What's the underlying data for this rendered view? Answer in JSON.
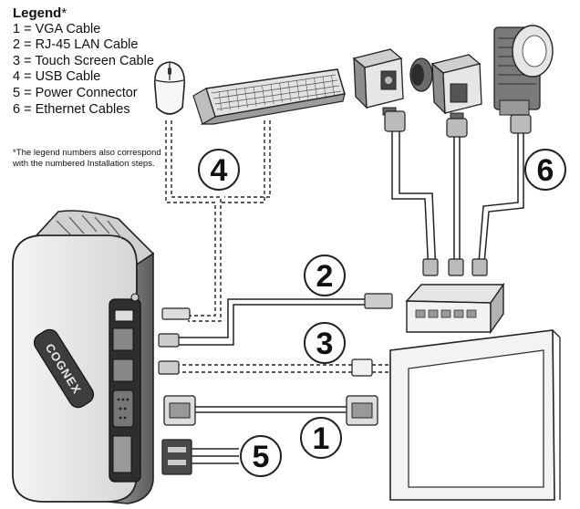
{
  "legend": {
    "title": "Legend",
    "title_mark": "*",
    "items": [
      "1 = VGA Cable",
      "2 = RJ-45 LAN Cable",
      "3 = Touch Screen Cable",
      "4 = USB Cable",
      "5 = Power Connector",
      "6 = Ethernet Cables"
    ],
    "footnote": "*The legend numbers also correspond with the numbered Installation steps."
  },
  "callouts": [
    "1",
    "2",
    "3",
    "4",
    "5",
    "6"
  ],
  "device_logo": "COGNEX"
}
